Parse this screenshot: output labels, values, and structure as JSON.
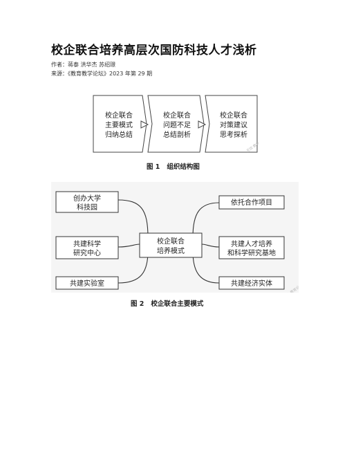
{
  "article": {
    "title": "校企联合培养高层次国防科技人才浅析",
    "authors_label": "作者：",
    "authors": "蒋泰 洪华杰 苏绍璟",
    "source_label": "来源：",
    "source": "《教育教学论坛》2023 年第 29 期"
  },
  "figure1": {
    "caption_num": "图 1",
    "caption_text": "组织结构图",
    "boxes": [
      [
        "校企联合",
        "主要模式",
        "归纳总结"
      ],
      [
        "校企联合",
        "问题不足",
        "总结剖析"
      ],
      [
        "校企联合",
        "对策建议",
        "思考探析"
      ]
    ],
    "watermark": "无忧·教育论坛"
  },
  "figure2": {
    "caption_num": "图 2",
    "caption_text": "校企联合主要模式",
    "center": [
      "校企联合",
      "培养模式"
    ],
    "left_nodes": [
      [
        "创办大学",
        "科技园"
      ],
      [
        "共建科学",
        "研究中心"
      ],
      [
        "共建实验室"
      ]
    ],
    "right_nodes": [
      [
        "依托合作项目"
      ],
      [
        "共建人才培养",
        "和科学研究基地"
      ],
      [
        "共建经济实体"
      ]
    ],
    "watermark": "无忧·教育论坛"
  }
}
